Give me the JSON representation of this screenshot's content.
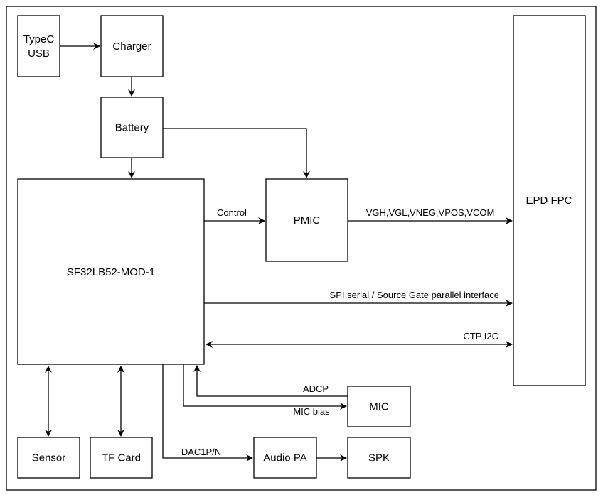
{
  "blocks": {
    "typec": [
      "TypeC",
      "USB"
    ],
    "charger": "Charger",
    "battery": "Battery",
    "mcu": "SF32LB52-MOD-1",
    "pmic": "PMIC",
    "epd": "EPD FPC",
    "mic": "MIC",
    "sensor": "Sensor",
    "tfcard": "TF Card",
    "audiopa": "Audio PA",
    "spk": "SPK"
  },
  "edges": {
    "control": "Control",
    "power_rails": "VGH,VGL,VNEG,VPOS,VCOM",
    "spi": "SPI serial / Source Gate parallel interface",
    "ctp": "CTP I2C",
    "adcp": "ADCP",
    "mic_bias": "MIC bias",
    "dac": "DAC1P/N"
  }
}
